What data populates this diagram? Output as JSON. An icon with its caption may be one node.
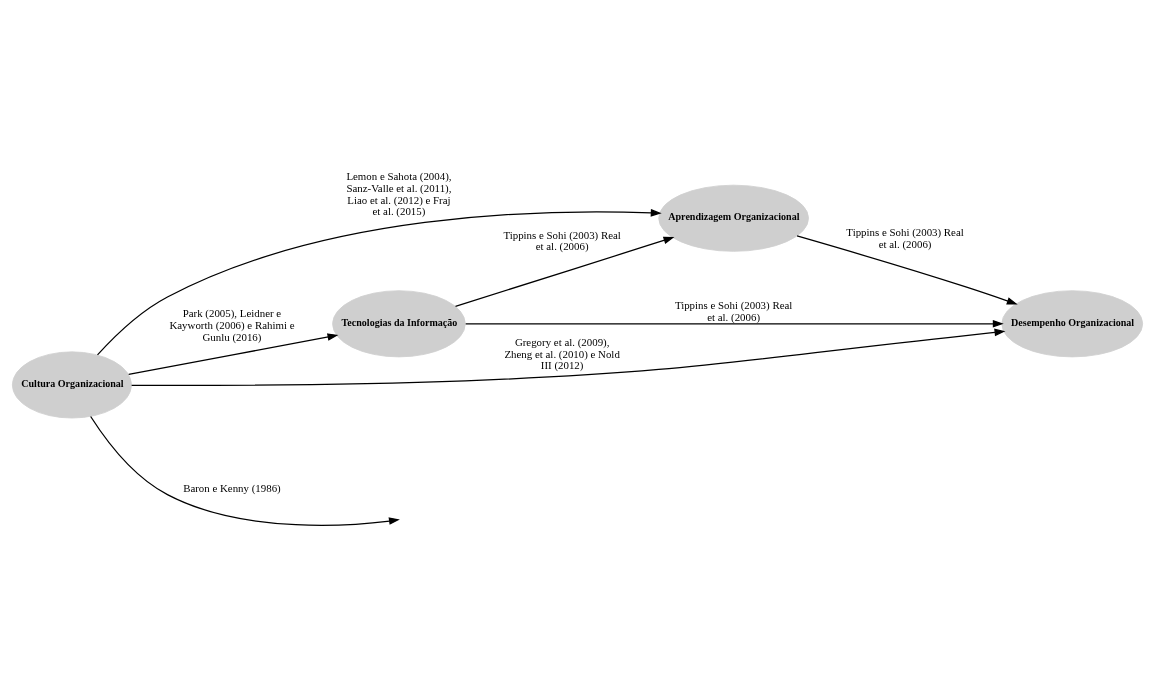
{
  "diagram": {
    "nodes": [
      {
        "text": [
          "Aprendizagem Organizacional"
        ]
      },
      {
        "text": [
          "Tecnologias da Informação"
        ]
      },
      {
        "text": [
          "Desempenho Organizacional"
        ]
      },
      {
        "text": [
          "Cultura Organizacional"
        ]
      }
    ],
    "edges": [
      {
        "from": 1,
        "to": 0,
        "arrow": "to",
        "label": "Tippins e Sohi (2003) Real et al. (2006)"
      },
      {
        "from": 0,
        "to": 2,
        "arrow": "to",
        "label": "Tippins e Sohi (2003) Real et al. (2006)"
      },
      {
        "from": 1,
        "to": 2,
        "arrow": "to",
        "label": "Tippins e Sohi (2003) Real et al. (2006)"
      },
      {
        "from": 3,
        "to": 1,
        "arrow": "to",
        "label": "Park (2005), Leidner e Kayworth (2006) e Rahimi e Gunlu (2016)"
      },
      {
        "from": 3,
        "to": null,
        "arrow": "to",
        "label": "Baron e Kenny (1986)"
      },
      {
        "from": 3,
        "to": 0,
        "arrow": "to",
        "label": "Lemon e Sahota (2004), Sanz-Valle et al. (2011), Liao et al. (2012) e Fraj et al. (2015)"
      },
      {
        "from": 3,
        "to": 2,
        "arrow": "to",
        "label": "Gregory et al. (2009), Zheng et al. (2010) e Nold III (2012)"
      }
    ]
  }
}
